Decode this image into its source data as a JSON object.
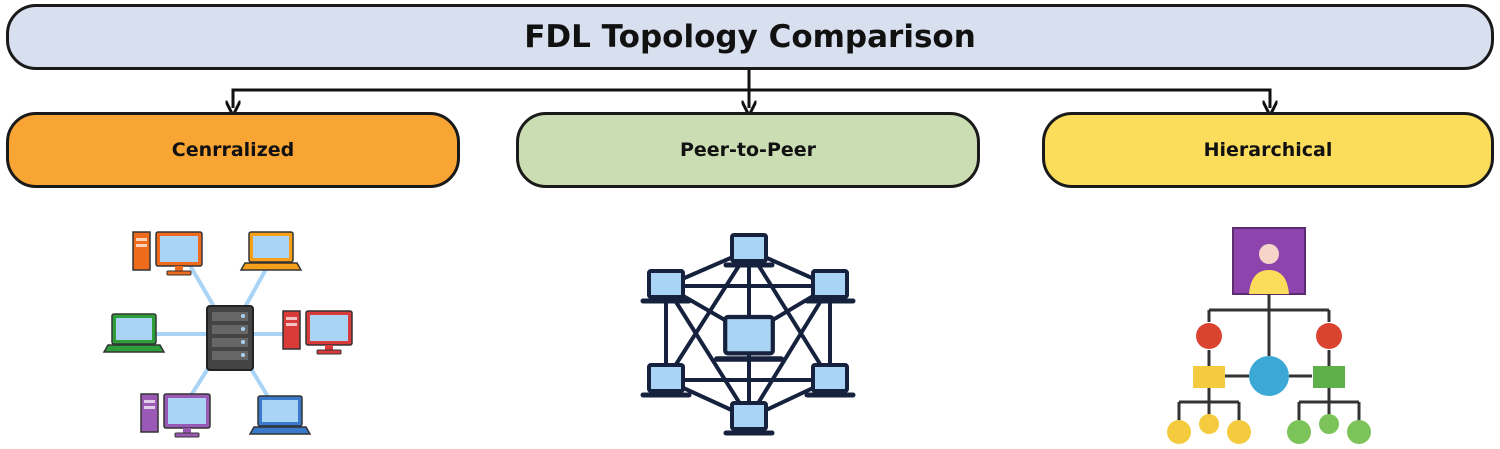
{
  "title": "FDL Topology Comparison",
  "categories": [
    {
      "label": "Cenrralized",
      "color": "#F9A533"
    },
    {
      "label": "Peer-to-Peer",
      "color": "#CADDB3"
    },
    {
      "label": "Hierarchical",
      "color": "#FCDC5B"
    }
  ],
  "colors": {
    "title_bg": "#D8DFEE",
    "border": "#1A1A1A",
    "screen": "#A9D4F5",
    "navy": "#16213E"
  },
  "icons": [
    "server-icon",
    "desktop-computer-icon",
    "laptop-icon",
    "network-graph-icon",
    "user-avatar-icon",
    "org-tree-icon"
  ]
}
